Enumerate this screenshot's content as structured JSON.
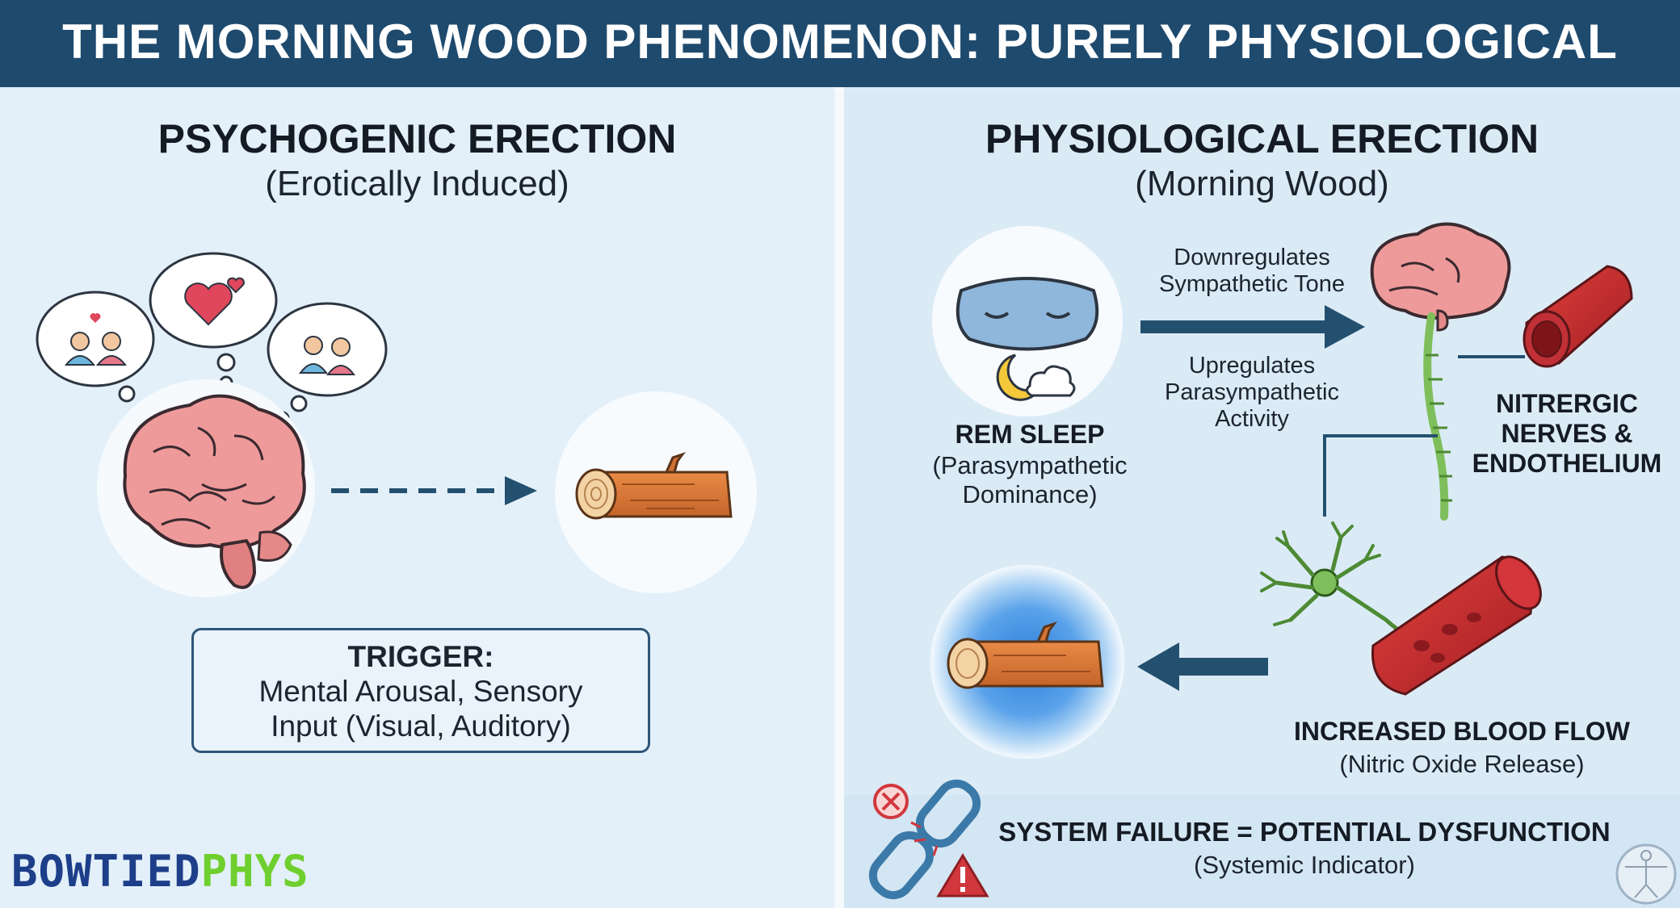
{
  "header": {
    "title": "THE MORNING WOOD PHENOMENON: PURELY PHYSIOLOGICAL"
  },
  "left": {
    "title": "PSYCHOGENIC ERECTION",
    "subtitle": "(Erotically Induced)",
    "trigger_label": "TRIGGER:",
    "trigger_line1": "Mental Arousal, Sensory",
    "trigger_line2": "Input (Visual, Auditory)"
  },
  "right": {
    "title": "PHYSIOLOGICAL ERECTION",
    "subtitle": "(Morning Wood)",
    "arrow_top_line1": "Downregulates",
    "arrow_top_line2": "Sympathetic Tone",
    "arrow_bottom_line1": "Upregulates",
    "arrow_bottom_line2": "Parasympathetic",
    "arrow_bottom_line3": "Activity",
    "rem_label": "REM SLEEP",
    "rem_sub1": "(Parasympathetic",
    "rem_sub2": "Dominance)",
    "nerves_line1": "NITRERGIC",
    "nerves_line2": "NERVES &",
    "nerves_line3": "ENDOTHELIUM",
    "blood_label": "INCREASED BLOOD FLOW",
    "blood_sub": "(Nitric Oxide Release)",
    "failure_label": "SYSTEM FAILURE = POTENTIAL DYSFUNCTION",
    "failure_sub": "(Systemic Indicator)"
  },
  "brand": {
    "part1": "BOWTIED",
    "part2": "PHYS"
  },
  "colors": {
    "header_bg": "#1e4a6e",
    "arrow": "#24506f",
    "brand_blue": "#1d3f8a",
    "brand_green": "#6fcf2e"
  }
}
